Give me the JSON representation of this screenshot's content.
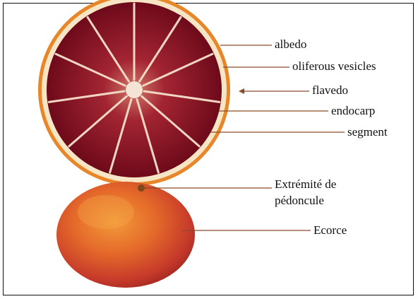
{
  "colors": {
    "pulp_dark": "#7a0e1e",
    "pulp_mid": "#a32533",
    "rind_orange": "#e8862a",
    "albedo": "#f6e6c6",
    "peel_orange": "#e56a2a",
    "peel_red": "#c63a2a",
    "leader": "#8a4a2a"
  },
  "labels": {
    "albedo": "albedo",
    "oliferous_vesicles": "oliferous vesicles",
    "flavedo": "flavedo",
    "endocarp": "endocarp",
    "segment": "segment",
    "extremite_line1": "Extrémité de",
    "extremite_line2": "pédoncule",
    "ecorce": "Ecorce"
  }
}
